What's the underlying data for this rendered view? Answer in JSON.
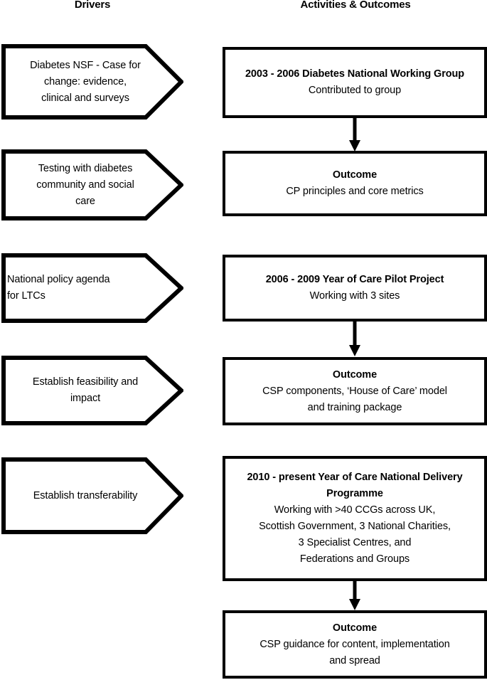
{
  "headers": {
    "left": "Drivers",
    "right": "Activities & Outcomes"
  },
  "drivers": [
    {
      "name": "driver-diabetes-nsf",
      "lines": [
        "Diabetes NSF - Case for",
        "change: evidence,",
        "clinical and surveys"
      ]
    },
    {
      "name": "driver-testing-community",
      "lines": [
        "Testing with diabetes",
        "community and social",
        "care"
      ]
    },
    {
      "name": "driver-national-policy",
      "lines": [
        "National policy agenda",
        "for LTCs"
      ]
    },
    {
      "name": "driver-feasibility-impact",
      "lines": [
        "Establish feasibility and",
        "impact"
      ]
    },
    {
      "name": "driver-transferability",
      "lines": [
        "Establish transferability"
      ]
    }
  ],
  "activities": [
    {
      "name": "activity-2003-2006",
      "title": "2003 - 2006 Diabetes National Working Group",
      "body": [
        "Contributed to group"
      ]
    },
    {
      "name": "outcome-cp-principles",
      "title": "Outcome",
      "body": [
        "CP principles and core metrics"
      ]
    },
    {
      "name": "activity-2006-2009",
      "title": "2006 - 2009 Year of Care Pilot Project",
      "body": [
        "Working with 3 sites"
      ]
    },
    {
      "name": "outcome-csp-components",
      "title": "Outcome",
      "body": [
        "CSP components, ‘House of Care’ model",
        "and training package"
      ]
    },
    {
      "name": "activity-2010-present",
      "title": "2010 - present Year of Care National Delivery Programme",
      "body": [
        "Working with >40 CCGs across UK,",
        "Scottish Government, 3 National Charities,",
        "3 Specialist Centres, and",
        "Federations and Groups"
      ]
    },
    {
      "name": "outcome-csp-guidance",
      "title": "Outcome",
      "body": [
        "CSP guidance for content, implementation",
        "and spread"
      ]
    }
  ],
  "connectors": [
    {
      "name": "connector-working-group-to-outcome"
    },
    {
      "name": "connector-pilot-to-outcome"
    },
    {
      "name": "connector-programme-to-outcome"
    }
  ],
  "colors": {
    "stroke": "#000000",
    "fill": "#ffffff",
    "text": "#000000"
  }
}
